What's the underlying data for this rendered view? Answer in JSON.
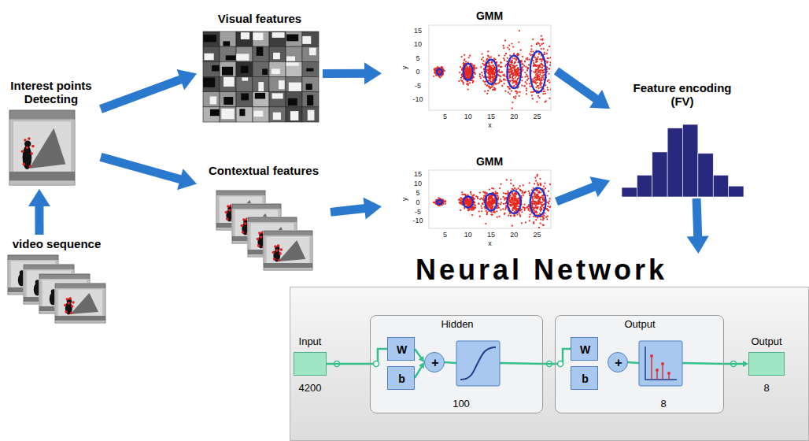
{
  "diagram": {
    "nodes": [
      {
        "text": [
          "Interest points Detecting"
        ]
      },
      {
        "text": [
          "video sequence"
        ]
      },
      {
        "text": [
          "Visual features"
        ]
      },
      {
        "text": [
          "Contextual features"
        ]
      },
      {
        "text": [
          "GMM"
        ]
      },
      {
        "text": [
          "GMM"
        ]
      },
      {
        "text": [
          "Feature encoding (FV)"
        ]
      },
      {
        "text": [
          "Neural Network"
        ]
      },
      {
        "text": [
          "Input",
          "4200"
        ],
        "in": 7
      },
      {
        "text": [
          "Hidden",
          "100"
        ],
        "in": 7
      },
      {
        "text": [
          "W"
        ],
        "in": 9
      },
      {
        "text": [
          "b"
        ],
        "in": 9
      },
      {
        "text": [
          "+"
        ],
        "in": 9
      },
      {
        "text": [
          "Output",
          "8"
        ],
        "in": 7
      },
      {
        "text": [
          "W"
        ],
        "in": 13
      },
      {
        "text": [
          "b"
        ],
        "in": 13
      },
      {
        "text": [
          "+"
        ],
        "in": 13
      },
      {
        "text": [
          "Output",
          "8"
        ],
        "in": 7
      }
    ],
    "edges": [
      {
        "from": 1,
        "to": 0,
        "arrow": "to"
      },
      {
        "from": 0,
        "to": 2,
        "arrow": "to"
      },
      {
        "from": 0,
        "to": 3,
        "arrow": "to"
      },
      {
        "from": 2,
        "to": 4,
        "arrow": "to"
      },
      {
        "from": 3,
        "to": 5,
        "arrow": "to"
      },
      {
        "from": 4,
        "to": 6,
        "arrow": "to"
      },
      {
        "from": 5,
        "to": 6,
        "arrow": "to"
      },
      {
        "from": 6,
        "to": 7,
        "arrow": "to"
      },
      {
        "from": 8,
        "to": 9,
        "arrow": "none"
      },
      {
        "from": 10,
        "to": 12,
        "arrow": "to"
      },
      {
        "from": 11,
        "to": 12,
        "arrow": "to"
      },
      {
        "from": 9,
        "to": 13,
        "arrow": "none"
      },
      {
        "from": 13,
        "to": 17,
        "arrow": "to"
      }
    ],
    "labels": [
      "15",
      "10",
      "5",
      "0",
      "-5",
      "-10",
      "y",
      "5",
      "10",
      "15",
      "20",
      "25",
      "x",
      "15",
      "10",
      "5",
      "0",
      "-5",
      "-10",
      "y",
      "5",
      "10",
      "15",
      "20",
      "25",
      "x"
    ]
  }
}
